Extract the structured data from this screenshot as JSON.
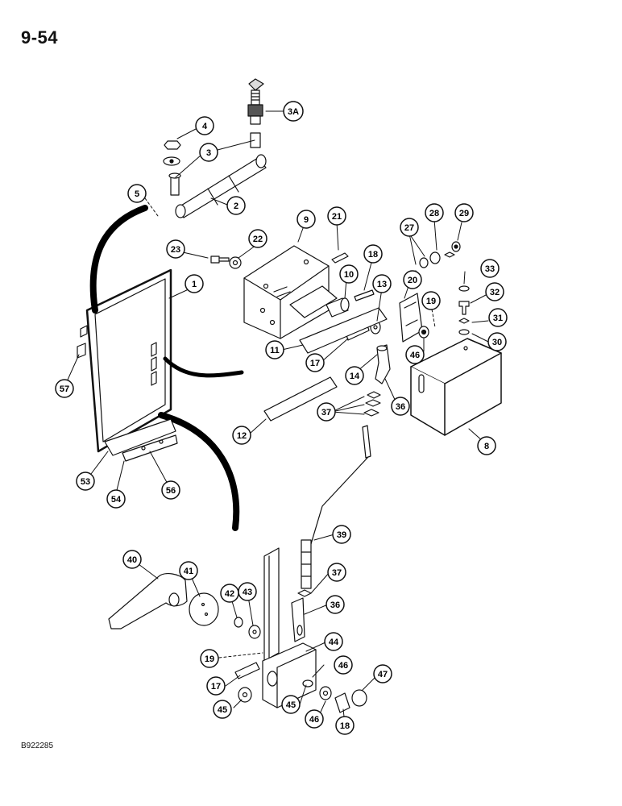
{
  "page": {
    "number": "9-54",
    "figure_code": "B922285"
  },
  "callouts": [
    {
      "id": "4",
      "label": "4"
    },
    {
      "id": "3A",
      "label": "3A"
    },
    {
      "id": "3",
      "label": "3"
    },
    {
      "id": "5",
      "label": "5"
    },
    {
      "id": "2",
      "label": "2"
    },
    {
      "id": "9",
      "label": "9"
    },
    {
      "id": "21",
      "label": "21"
    },
    {
      "id": "27",
      "label": "27"
    },
    {
      "id": "28",
      "label": "28"
    },
    {
      "id": "29",
      "label": "29"
    },
    {
      "id": "23",
      "label": "23"
    },
    {
      "id": "22",
      "label": "22"
    },
    {
      "id": "18a",
      "label": "18"
    },
    {
      "id": "33",
      "label": "33"
    },
    {
      "id": "10",
      "label": "10"
    },
    {
      "id": "13",
      "label": "13"
    },
    {
      "id": "20",
      "label": "20"
    },
    {
      "id": "1",
      "label": "1"
    },
    {
      "id": "32",
      "label": "32"
    },
    {
      "id": "19a",
      "label": "19"
    },
    {
      "id": "31",
      "label": "31"
    },
    {
      "id": "30",
      "label": "30"
    },
    {
      "id": "11",
      "label": "11"
    },
    {
      "id": "17a",
      "label": "17"
    },
    {
      "id": "46a",
      "label": "46"
    },
    {
      "id": "14",
      "label": "14"
    },
    {
      "id": "57",
      "label": "57"
    },
    {
      "id": "36a",
      "label": "36"
    },
    {
      "id": "37a",
      "label": "37"
    },
    {
      "id": "12",
      "label": "12"
    },
    {
      "id": "8",
      "label": "8"
    },
    {
      "id": "53",
      "label": "53"
    },
    {
      "id": "54",
      "label": "54"
    },
    {
      "id": "56",
      "label": "56"
    },
    {
      "id": "39",
      "label": "39"
    },
    {
      "id": "40",
      "label": "40"
    },
    {
      "id": "41",
      "label": "41"
    },
    {
      "id": "42",
      "label": "42"
    },
    {
      "id": "43",
      "label": "43"
    },
    {
      "id": "37b",
      "label": "37"
    },
    {
      "id": "36b",
      "label": "36"
    },
    {
      "id": "44",
      "label": "44"
    },
    {
      "id": "19b",
      "label": "19"
    },
    {
      "id": "17b",
      "label": "17"
    },
    {
      "id": "46b",
      "label": "46"
    },
    {
      "id": "47",
      "label": "47"
    },
    {
      "id": "45a",
      "label": "45"
    },
    {
      "id": "45b",
      "label": "45"
    },
    {
      "id": "46c",
      "label": "46"
    },
    {
      "id": "18b",
      "label": "18"
    }
  ]
}
